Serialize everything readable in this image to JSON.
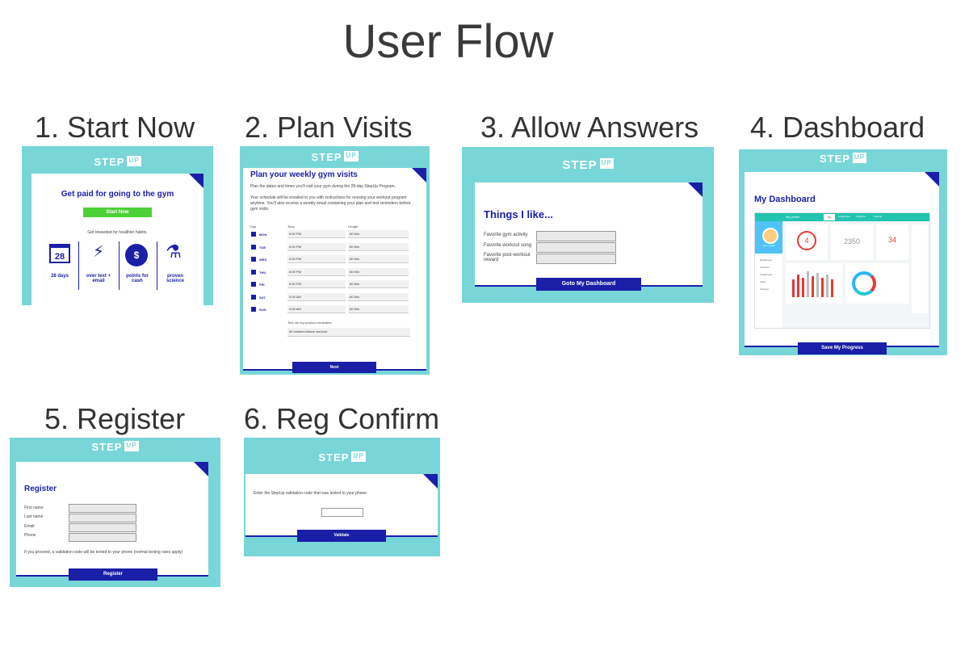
{
  "page": {
    "title": "User Flow"
  },
  "brand": {
    "logo": "STEP",
    "logo_tag": "UP",
    "accent": "#78d6d8",
    "navy": "#1a1fa8",
    "green": "#4cd137"
  },
  "steps": [
    {
      "label": "1. Start Now"
    },
    {
      "label": "2. Plan Visits"
    },
    {
      "label": "3. Allow Answers"
    },
    {
      "label": "4. Dashboard"
    },
    {
      "label": "5. Register"
    },
    {
      "label": "6. Reg Confirm"
    }
  ],
  "start": {
    "heading": "Get paid for going to the gym",
    "button": "Start Now",
    "tagline": "Get rewarded for healthier habits.",
    "features": [
      {
        "icon": "calendar-icon",
        "glyph": "28",
        "label": "28 days"
      },
      {
        "icon": "phone-icon",
        "glyph": "⚡",
        "label": "over text + email"
      },
      {
        "icon": "dollar-icon",
        "glyph": "$",
        "label": "points for cash"
      },
      {
        "icon": "flask-icon",
        "glyph": "⚗",
        "label": "proven science"
      }
    ]
  },
  "plan": {
    "heading": "Plan your weekly gym visits",
    "intro": "Plan the dates and times you'll visit your gym during the 28-day StepUp Program.",
    "note": "Your schedule will be emailed to you with instructions for revising your workout program anytime. You'll also receive a weekly email containing your plan and text reminders before gym visits.",
    "col_day": "Day",
    "col_time": "Time",
    "col_length": "Length",
    "rows": [
      {
        "day": "MON",
        "time": "6:00 PM",
        "length": "60 Min"
      },
      {
        "day": "TUE",
        "time": "6:00 PM",
        "length": "60 Min"
      },
      {
        "day": "WED",
        "time": "6:00 PM",
        "length": "60 Min"
      },
      {
        "day": "THU",
        "time": "6:00 PM",
        "length": "60 Min"
      },
      {
        "day": "FRI",
        "time": "6:00 PM",
        "length": "60 Min"
      },
      {
        "day": "SAT",
        "time": "9:00 AM",
        "length": "60 Min"
      },
      {
        "day": "SUN",
        "time": "9:00 AM",
        "length": "60 Min"
      }
    ],
    "reminder_label": "Text me my workout reminders",
    "reminder_value": "60 minutes before workout",
    "button": "Next"
  },
  "answers": {
    "heading": "Things I like...",
    "fields": [
      {
        "label": "Favorite gym activity"
      },
      {
        "label": "Favorite workout song"
      },
      {
        "label": "Favorite post-workout reward"
      }
    ],
    "button": "Goto My Dashboard"
  },
  "dashboard": {
    "heading": "My Dashboard",
    "profile_tab": "My profile",
    "tabs": [
      "My",
      "Challenges",
      "Analytics",
      "Friends"
    ],
    "user_name": "John Smith",
    "nav": [
      "Dashboard",
      "Activities",
      "Challenges",
      "Stats",
      "Settings"
    ],
    "metric_a": "4",
    "metric_b": "2350",
    "metric_c": "34",
    "button": "Save My Progress"
  },
  "register": {
    "heading": "Register",
    "fields": [
      {
        "label": "First name"
      },
      {
        "label": "Last name"
      },
      {
        "label": "Email"
      },
      {
        "label": "Phone"
      }
    ],
    "note": "If you proceed, a validation code will be texted to your phone (normal texting rates apply)",
    "button": "Register"
  },
  "confirm": {
    "instruction": "Enter the StepUp validation code that was texted to your phone",
    "button": "Validate"
  }
}
